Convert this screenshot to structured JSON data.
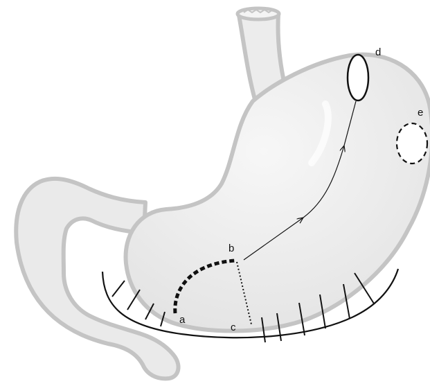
{
  "labels": {
    "a": "a",
    "b": "b",
    "c": "c",
    "d": "d",
    "e": "e"
  },
  "colors": {
    "organ_fill": "#ececec",
    "organ_outline": "#c4c4c4",
    "ink": "#111111",
    "background": "#ffffff"
  }
}
